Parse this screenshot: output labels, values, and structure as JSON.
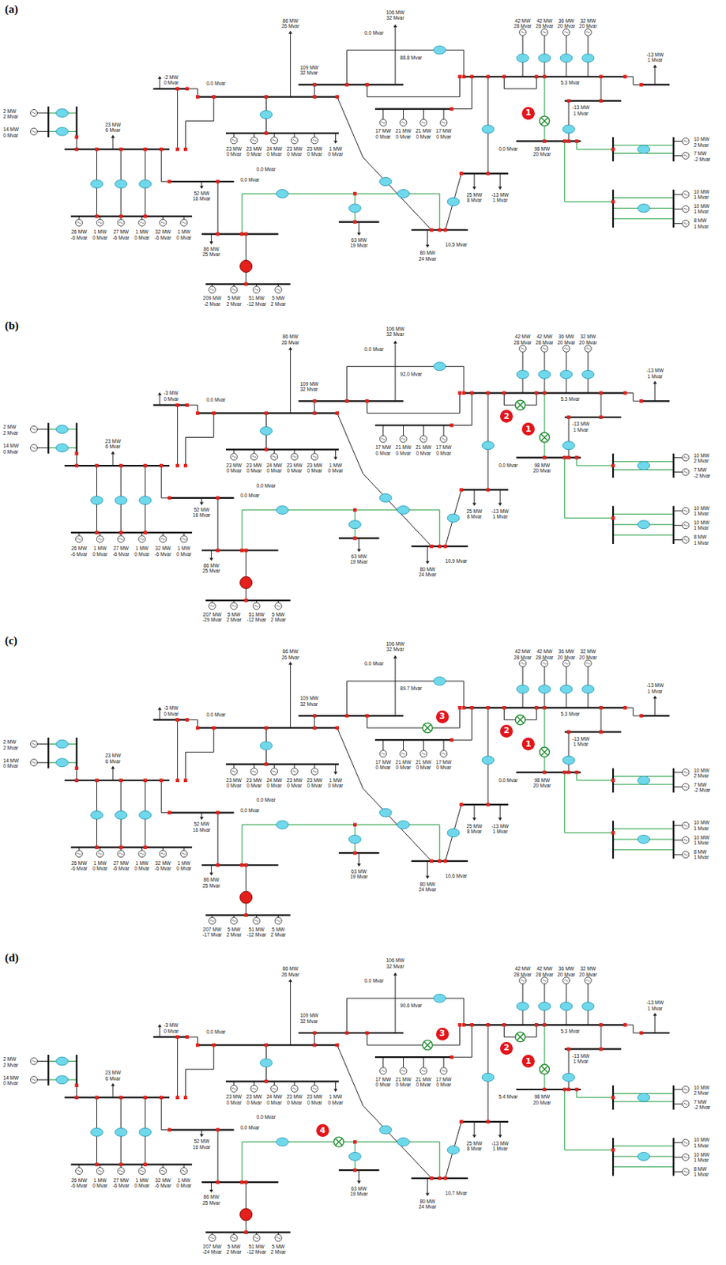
{
  "diagram": {
    "nodes": [
      {
        "text": [
          "1"
        ]
      },
      {
        "text": [
          "2"
        ]
      },
      {
        "text": [
          "1"
        ]
      },
      {
        "text": [
          "2"
        ]
      },
      {
        "text": [
          "1"
        ]
      },
      {
        "text": [
          "3"
        ]
      },
      {
        "text": [
          "2"
        ]
      },
      {
        "text": [
          "1"
        ]
      },
      {
        "text": [
          "3"
        ]
      },
      {
        "text": [
          "4"
        ]
      }
    ],
    "labels": [
      "(a)",
      "2 MW",
      "2 Mvar",
      "14 MW",
      "0 Mvar",
      "23 MW",
      "6 Mvar",
      "-2 MW",
      "0 Mvar",
      "0.0 Mvar",
      "86 MW",
      "26 Mvar",
      "106 MW",
      "32 Mvar",
      "0.0 Mvar",
      "88.8 Mvar",
      "109 MW",
      "32 Mvar",
      "42 MW",
      "42 MW",
      "36 MW",
      "32 MW",
      "28 Mvar",
      "28 Mvar",
      "20 Mvar",
      "20 Mvar",
      "-13 MW",
      "1 Mvar",
      "17 MW",
      "0 Mvar",
      "21 MW",
      "0 Mvar",
      "21 MW",
      "0 Mvar",
      "17 MW",
      "0 Mvar",
      "23 MW",
      "0 Mvar",
      "23 MW",
      "0 Mvar",
      "24 MW",
      "0 Mvar",
      "23 MW",
      "0 Mvar",
      "23 MW",
      "0 Mvar",
      "1 MW",
      "0 Mvar",
      "0.0 Mvar",
      "52 MW",
      "16 Mvar",
      "86 MW",
      "25 Mvar",
      "0.0 Mvar",
      "209 MW",
      "-2 Mvar",
      "5 MW",
      "2 Mvar",
      "51 MW",
      "-12 Mvar",
      "5 MW",
      "2 Mvar",
      "63 MW",
      "19 Mvar",
      "80 MW",
      "24 Mvar",
      "10.5 Mvar",
      "25 MW",
      "8 Mvar",
      "-13 MW",
      "1 Mvar",
      "98 MW",
      "20 Mvar",
      "0.0 Mvar",
      "5.3 Mvar",
      "-13 MW",
      "1 Mvar",
      "10 MW",
      "2 Mvar",
      "7 MW",
      "-2 Mvar",
      "10 MW",
      "1 Mvar",
      "10 MW",
      "1 Mvar",
      "8 MW",
      "1 Mvar",
      "26 MW",
      "-6 Mvar",
      "1 MW",
      "0 Mvar",
      "27 MW",
      "-6 Mvar",
      "1 MW",
      "0 Mvar",
      "32 MW",
      "-6 Mvar",
      "1 MW",
      "0 Mvar",
      "(b)",
      "2 MW",
      "2 Mvar",
      "14 MW",
      "0 Mvar",
      "23 MW",
      "6 Mvar",
      "-3 MW",
      "0 Mvar",
      "0.0 Mvar",
      "86 MW",
      "26 Mvar",
      "106 MW",
      "32 Mvar",
      "0.0 Mvar",
      "92.0 Mvar",
      "109 MW",
      "32 Mvar",
      "42 MW",
      "42 MW",
      "36 MW",
      "32 MW",
      "28 Mvar",
      "28 Mvar",
      "20 Mvar",
      "20 Mvar",
      "-13 MW",
      "1 Mvar",
      "17 MW",
      "0 Mvar",
      "21 MW",
      "0 Mvar",
      "21 MW",
      "0 Mvar",
      "17 MW",
      "0 Mvar",
      "23 MW",
      "0 Mvar",
      "23 MW",
      "0 Mvar",
      "24 MW",
      "0 Mvar",
      "23 MW",
      "0 Mvar",
      "23 MW",
      "0 Mvar",
      "1 MW",
      "0 Mvar",
      "0.0 Mvar",
      "52 MW",
      "16 Mvar",
      "86 MW",
      "25 Mvar",
      "0.0 Mvar",
      "207 MW",
      "-29 Mvar",
      "5 MW",
      "2 Mvar",
      "51 MW",
      "-12 Mvar",
      "5 MW",
      "2 Mvar",
      "63 MW",
      "19 Mvar",
      "80 MW",
      "24 Mvar",
      "10.9 Mvar",
      "25 MW",
      "8 Mvar",
      "-13 MW",
      "1 Mvar",
      "98 MW",
      "20 Mvar",
      "0.0 Mvar",
      "5.3 Mvar",
      "-13 MW",
      "1 Mvar",
      "10 MW",
      "2 Mvar",
      "7 MW",
      "-2 Mvar",
      "10 MW",
      "1 Mvar",
      "10 MW",
      "1 Mvar",
      "8 MW",
      "1 Mvar",
      "26 MW",
      "-6 Mvar",
      "1 MW",
      "0 Mvar",
      "27 MW",
      "-6 Mvar",
      "1 MW",
      "0 Mvar",
      "32 MW",
      "-6 Mvar",
      "1 MW",
      "0 Mvar",
      "(c)",
      "2 MW",
      "2 Mvar",
      "14 MW",
      "0 Mvar",
      "23 MW",
      "6 Mvar",
      "-3 MW",
      "0 Mvar",
      "0.0 Mvar",
      "86 MW",
      "26 Mvar",
      "106 MW",
      "32 Mvar",
      "0.0 Mvar",
      "89.7 Mvar",
      "109 MW",
      "32 Mvar",
      "42 MW",
      "42 MW",
      "36 MW",
      "32 MW",
      "28 Mvar",
      "28 Mvar",
      "20 Mvar",
      "20 Mvar",
      "-13 MW",
      "1 Mvar",
      "17 MW",
      "0 Mvar",
      "21 MW",
      "0 Mvar",
      "21 MW",
      "0 Mvar",
      "17 MW",
      "0 Mvar",
      "23 MW",
      "0 Mvar",
      "23 MW",
      "0 Mvar",
      "24 MW",
      "0 Mvar",
      "23 MW",
      "0 Mvar",
      "23 MW",
      "0 Mvar",
      "1 MW",
      "0 Mvar",
      "0.0 Mvar",
      "52 MW",
      "16 Mvar",
      "86 MW",
      "25 Mvar",
      "0.0 Mvar",
      "207 MW",
      "-17 Mvar",
      "5 MW",
      "2 Mvar",
      "51 MW",
      "-12 Mvar",
      "5 MW",
      "2 Mvar",
      "63 MW",
      "19 Mvar",
      "80 MW",
      "24 Mvar",
      "10.6 Mvar",
      "25 MW",
      "8 Mvar",
      "-13 MW",
      "1 Mvar",
      "98 MW",
      "20 Mvar",
      "0.0 Mvar",
      "5.3 Mvar",
      "-13 MW",
      "1 Mvar",
      "10 MW",
      "2 Mvar",
      "7 MW",
      "-2 Mvar",
      "10 MW",
      "1 Mvar",
      "10 MW",
      "1 Mvar",
      "8 MW",
      "1 Mvar",
      "26 MW",
      "-6 Mvar",
      "1 MW",
      "0 Mvar",
      "27 MW",
      "-6 Mvar",
      "1 MW",
      "0 Mvar",
      "32 MW",
      "-6 Mvar",
      "1 MW",
      "0 Mvar",
      "(d)",
      "2 MW",
      "2 Mvar",
      "14 MW",
      "0 Mvar",
      "23 MW",
      "6 Mvar",
      "-3 MW",
      "0 Mvar",
      "0.0 Mvar",
      "86 MW",
      "26 Mvar",
      "106 MW",
      "32 Mvar",
      "0.0 Mvar",
      "90.6 Mvar",
      "109 MW",
      "32 Mvar",
      "42 MW",
      "42 MW",
      "36 MW",
      "32 MW",
      "28 Mvar",
      "28 Mvar",
      "20 Mvar",
      "20 Mvar",
      "-13 MW",
      "1 Mvar",
      "17 MW",
      "0 Mvar",
      "21 MW",
      "0 Mvar",
      "21 MW",
      "0 Mvar",
      "17 MW",
      "0 Mvar",
      "23 MW",
      "0 Mvar",
      "23 MW",
      "0 Mvar",
      "24 MW",
      "0 Mvar",
      "23 MW",
      "0 Mvar",
      "23 MW",
      "0 Mvar",
      "1 MW",
      "0 Mvar",
      "0.0 Mvar",
      "52 MW",
      "16 Mvar",
      "86 MW",
      "25 Mvar",
      "0.0 Mvar",
      "207 MW",
      "-24 Mvar",
      "5 MW",
      "2 Mvar",
      "51 MW",
      "-12 Mvar",
      "5 MW",
      "2 Mvar",
      "63 MW",
      "19 Mvar",
      "80 MW",
      "24 Mvar",
      "10.7 Mvar",
      "25 MW",
      "8 Mvar",
      "-13 MW",
      "1 Mvar",
      "98 MW",
      "20 Mvar",
      "5.4 Mvar",
      "5.3 Mvar",
      "-13 MW",
      "1 Mvar",
      "10 MW",
      "2 Mvar",
      "7 MW",
      "-2 Mvar",
      "10 MW",
      "1 Mvar",
      "10 MW",
      "1 Mvar",
      "8 MW",
      "1 Mvar",
      "26 MW",
      "-6 Mvar",
      "1 MW",
      "0 Mvar",
      "27 MW",
      "-6 Mvar",
      "1 MW",
      "0 Mvar",
      "32 MW",
      "-6 Mvar",
      "1 MW",
      "0 Mvar"
    ]
  }
}
